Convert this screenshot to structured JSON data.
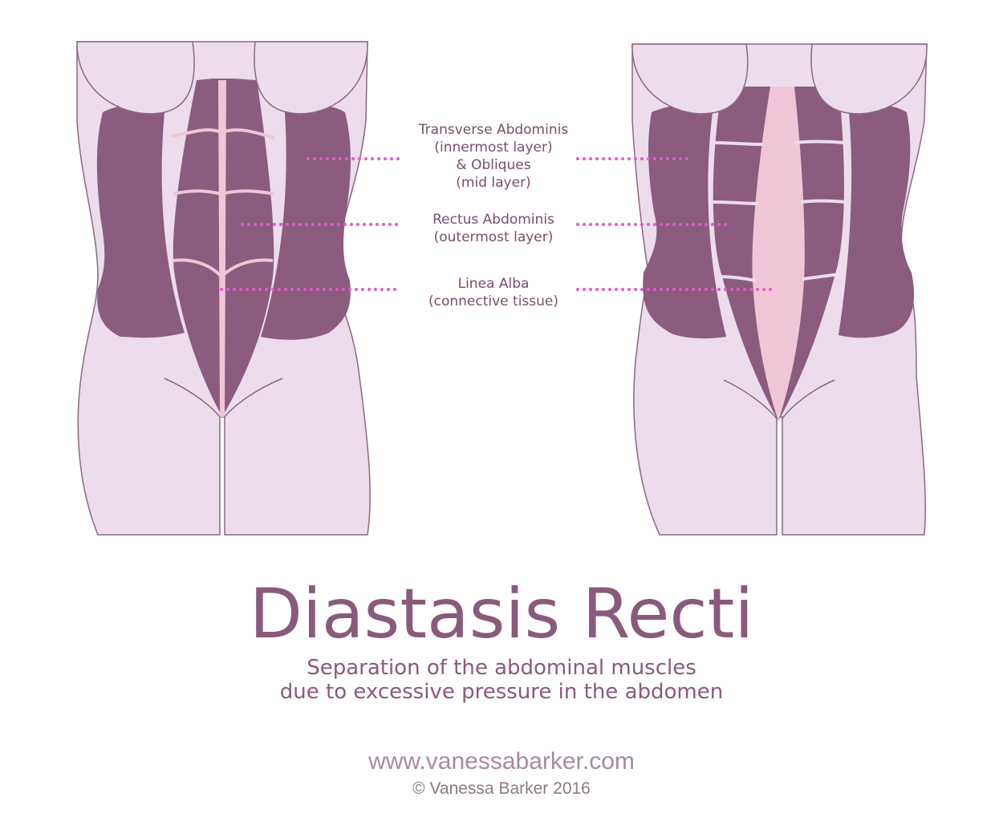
{
  "labels": {
    "layer_obliques": [
      "Transverse Abdominis",
      "(innermost layer)",
      "& Obliques",
      "(mid layer)"
    ],
    "layer_rectus": [
      "Rectus Abdominis",
      "(outermost layer)"
    ],
    "layer_linea": [
      "Linea Alba",
      "(connective tissue)"
    ]
  },
  "title": "Diastasis Recti",
  "subtitle": [
    "Separation of the abdominal muscles",
    "due to excessive pressure in the abdomen"
  ],
  "website": "www.vanessabarker.com",
  "copyright": "© Vanessa Barker 2016",
  "colors": {
    "skin": "#ecdcec",
    "outline": "#8a6a80",
    "muscle": "#8b5c7e",
    "linea": "#f0c6d6",
    "dots": "#e45ac8",
    "text": "#8a5a7c"
  }
}
